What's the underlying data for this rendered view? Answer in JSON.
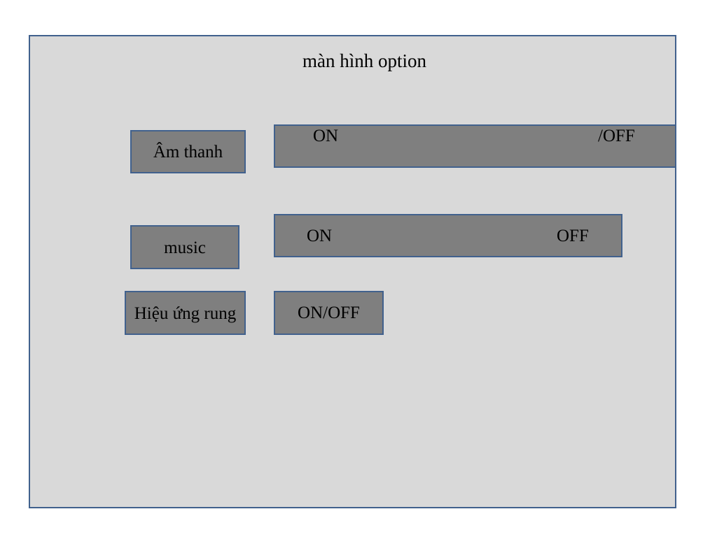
{
  "screen": {
    "title": "màn hình option"
  },
  "settings": {
    "sound": {
      "label": "Âm thanh",
      "on_label": "ON",
      "off_label": "/OFF"
    },
    "music": {
      "label": "music",
      "on_label": "ON",
      "off_label": "OFF"
    },
    "vibration": {
      "label": "Hiệu ứng rung",
      "toggle_label": "ON/OFF"
    }
  },
  "colors": {
    "page_background": "#ffffff",
    "panel_background": "#d9d9d9",
    "control_fill": "#7f7f7f",
    "border": "#41618d",
    "text": "#000000"
  }
}
